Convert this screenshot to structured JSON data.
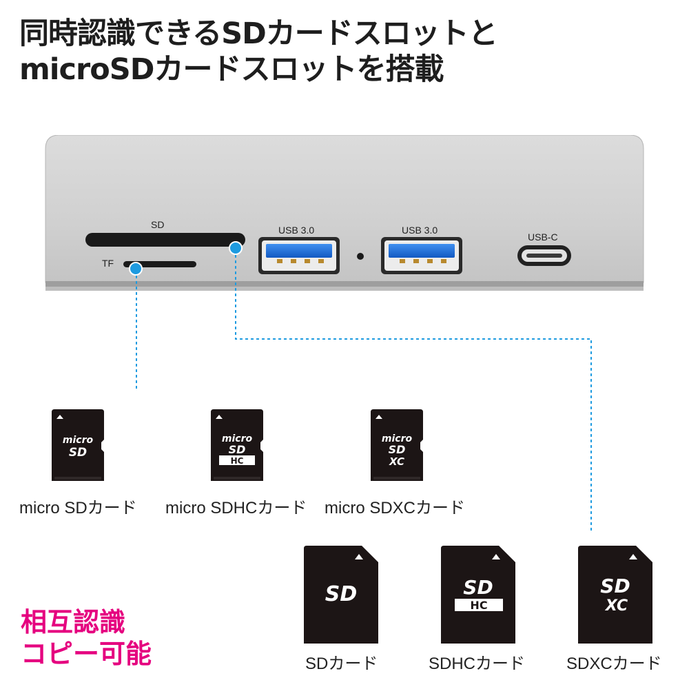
{
  "headline": {
    "line1": "同時認識できるSDカードスロットと",
    "line2": "microSDカードスロットを搭載"
  },
  "device": {
    "sd_slot_label": "SD",
    "tf_slot_label": "TF",
    "usb_a_left_label": "USB 3.0",
    "usb_a_right_label": "USB 3.0",
    "usb_c_label": "USB-C"
  },
  "micro_cards": [
    {
      "logo_top": "micro",
      "logo_mid": "SD",
      "logo_sub": "",
      "caption": "micro SDカード"
    },
    {
      "logo_top": "micro",
      "logo_mid": "SD",
      "logo_sub": "HC",
      "caption": "micro SDHCカード"
    },
    {
      "logo_top": "micro",
      "logo_mid": "SD",
      "logo_sub": "XC",
      "caption": "micro SDXCカード"
    }
  ],
  "sd_cards": [
    {
      "logo_mid": "SD",
      "logo_sub": "",
      "caption": "SDカード"
    },
    {
      "logo_mid": "SD",
      "logo_sub": "HC",
      "caption": "SDHCカード"
    },
    {
      "logo_mid": "SD",
      "logo_sub": "XC",
      "caption": "SDXCカード"
    }
  ],
  "note": {
    "line1": "相互認識",
    "line2": "コピー可能"
  },
  "colors": {
    "headline": "#1e1e1e",
    "device_body": "#d8d8d8",
    "usb3_blue": "#1a6fd6",
    "connector_dot": "#1e9be0",
    "card_black": "#1c1515",
    "note_pink": "#e5007f"
  }
}
